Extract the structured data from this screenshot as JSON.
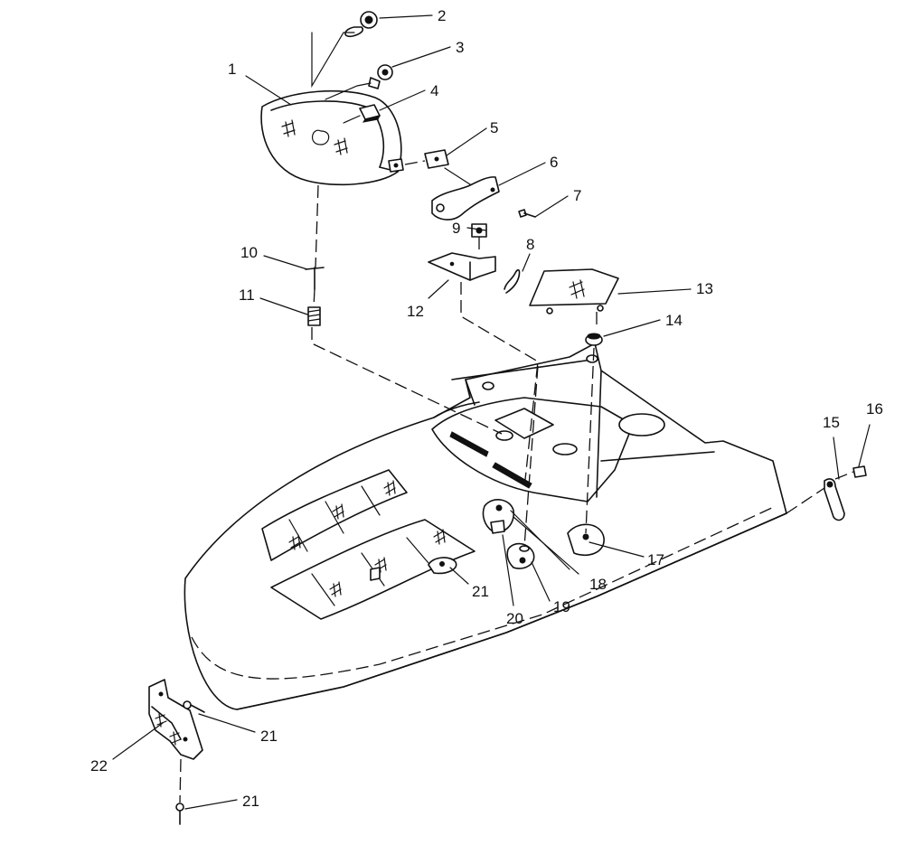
{
  "callouts": {
    "c1": "1",
    "c2": "2",
    "c3": "3",
    "c4": "4",
    "c5": "5",
    "c6": "6",
    "c7": "7",
    "c8": "8",
    "c9": "9",
    "c10": "10",
    "c11": "11",
    "c12": "12",
    "c13": "13",
    "c14": "14",
    "c15": "15",
    "c16": "16",
    "c17": "17",
    "c18": "18",
    "c19": "19",
    "c20": "20",
    "c21a": "21",
    "c21b": "21",
    "c21c": "21",
    "c22": "22"
  }
}
